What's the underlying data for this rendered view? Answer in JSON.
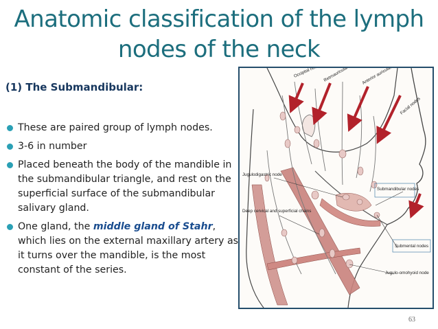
{
  "title": {
    "line1": "Anatomic classification of the lymph",
    "line2": "nodes of the neck"
  },
  "section_heading": "(1) The Submandibular:",
  "bullets": [
    {
      "text": "These are paired group of lymph nodes."
    },
    {
      "text": "3-6 in number"
    },
    {
      "text": "Placed beneath the body of the mandible in the submandibular triangle, and rest on the superficial surface of the submandibular salivary gland."
    },
    {
      "prefix": "One gland, the ",
      "emphasis": "middle gland of Stahr",
      "suffix": ", which lies on the external maxillary artery as it turns over the mandible, is the most constant of the series."
    }
  ],
  "figure": {
    "labels": {
      "occipital": "Occipital nodes",
      "retroauricular": "Retroauricular nodes",
      "anterior_auricular": "Anterior auricular and parotid nodes",
      "facial": "Facial nodes",
      "jugulodigastric": "Jugulodigastric node",
      "submandibular": "Submandibular nodes",
      "deep_cervical": "Deep cervical and superficial chains",
      "submental": "Submental nodes",
      "jugulo_omohyoid": "Jugulo-omohyoid node"
    },
    "colors": {
      "arrow": "#b2222b",
      "muscle": "#c9837e",
      "node": "#e8c9c6",
      "line": "#333333"
    }
  },
  "page_number": "63"
}
